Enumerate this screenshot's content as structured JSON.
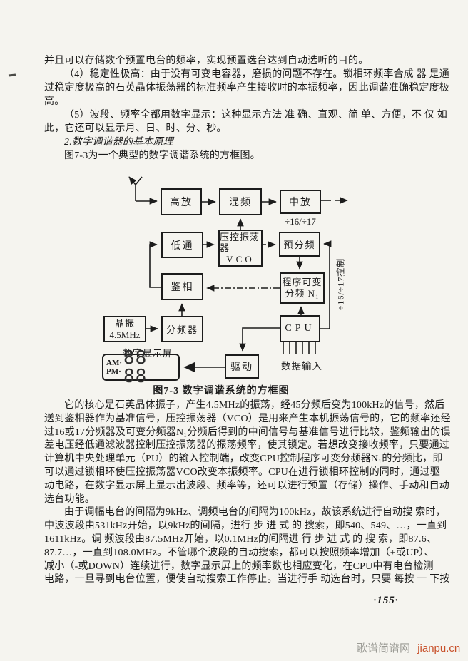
{
  "top_lines": [
    "并且可以存储数个预置电台的频率，实现预置选台达到自动选听的目的。",
    "（4）稳定性极高：由于没有可变电容器，磨损的问题不存在。锁相环频率合成 器 是通",
    "过稳定度极高的石英晶体振荡器的标准频率产生接收时的本振频率，因此调谐准确稳定度极",
    "高。",
    "（5）波段、频率全都用数字显示：这种显示方法 准 确、直观、简 单、方便，不 仅 如",
    "此，它还可以显示月、日、时、分、秒。",
    "2.数字调谐器的基本原理",
    "图7-3为一个典型的数字调谐系统的方框图。"
  ],
  "diagram": {
    "caption": "图7-3  数字调谐系统的方框图",
    "boxes": {
      "rf_amp": "高放",
      "mixer": "混频",
      "if_amp": "中放",
      "divide_ratio": "÷16/÷17",
      "lowpass": "低通",
      "vco_title": "压控振荡器",
      "vco_abbr": "VCO",
      "prescaler": "预分频",
      "phase_detector": "鉴相",
      "prog_divider_l1": "程序可变",
      "prog_divider_l2": "分频 N₁",
      "crystal_l1": "晶振",
      "crystal_l2": "4.5MHz",
      "freq_divider": "分频器",
      "cpu": "CPU",
      "driver": "驱动"
    },
    "labels": {
      "display_title": "数字显示屏",
      "am": "AM·",
      "pm": "PM·",
      "digits": "88 88",
      "data_input": "数据输入",
      "control_line": "÷16/÷17控制"
    }
  },
  "body_lines": [
    "它的核心是石英晶体振子，产生4.5MHz的振荡，经45分频后变为100kHz的信号，然后",
    "送到鉴相器作为基准信号，压控振荡器（VCO）是用来产生本机振荡信号的，它的频率还经",
    "过16或17分频器及可变分频器N₁分频后得到的中间信号与基准信号进行比较，鉴频输出的误",
    "差电压经低通滤波器控制压控振荡器的振荡频率，使其锁定。若想改变接收频率，只要通过",
    "计算机中央处理单元（PU）的输入控制端，改变CPU控制程序可变分频器N₁的分频比，即",
    "可以通过锁相环使压控振荡器VCO改变本振频率。CPU在进行锁相环控制的同时，通过驱",
    "动电路，在数字显示屏上显示出波段、频率等，还可以进行预置（存储）操作、手动和自动",
    "选台功能。",
    "由于调幅电台的间隔为9kHz、调频电台的间隔为100kHz，故该系统进行自动搜 索时，",
    "中波波段由531kHz开始，以9kHz的间隔，进行 步 进 式 的 搜索，即540、549、…，一直到",
    "1611kHz。调 频波段由87.5MHz开始，以0.1MHz的间隔进 行 步 进 式 的 搜 索，即87.6、",
    "87.7…，一直到108.0MHz。不管哪个波段的自动搜索，都可以按照频率增加（+或UP）、",
    "减小（-或DOWN）连续进行，数字显示屏上的频率数也相应变化，在CPU中有电台检测",
    "电路，一旦寻到电台位置，便使自动搜索工作停止。当进行手 动选台时，只要 每按 一 下按"
  ],
  "page_number": "·155·",
  "watermark": {
    "name": "歌谱简谱网",
    "url": "jianpu.cn"
  }
}
